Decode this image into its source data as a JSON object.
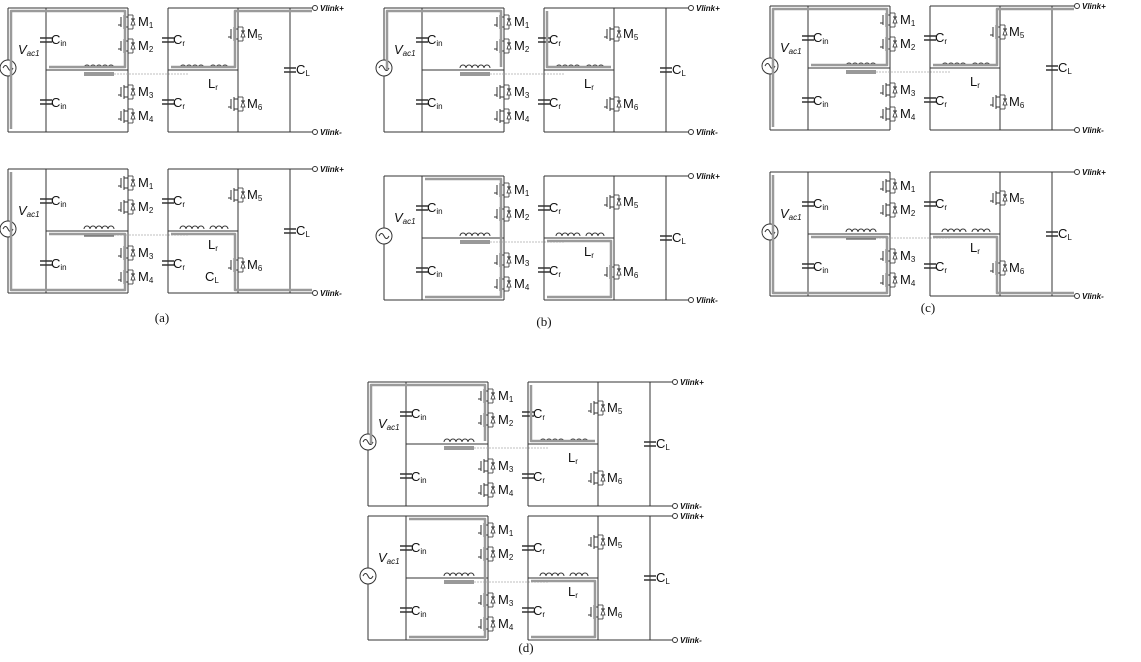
{
  "source_label": "Vac1",
  "labels": {
    "cin": "Cin",
    "cr": "Cr",
    "lr": "Lr",
    "cl": "CL",
    "m1": "M1",
    "m2": "M2",
    "m3": "M3",
    "m4": "M4",
    "m5": "M5",
    "m6": "M6",
    "vlink_pos": "Vlink+",
    "vlink_neg": "Vlink-"
  },
  "panels": [
    {
      "id": "a",
      "caption": "(a)"
    },
    {
      "id": "b",
      "caption": "(b)"
    },
    {
      "id": "c",
      "caption": "(c)"
    },
    {
      "id": "d",
      "caption": "(d)"
    }
  ],
  "extra_label": "CL",
  "colors": {
    "wire": "#333333",
    "path": "#9a9a9a"
  }
}
